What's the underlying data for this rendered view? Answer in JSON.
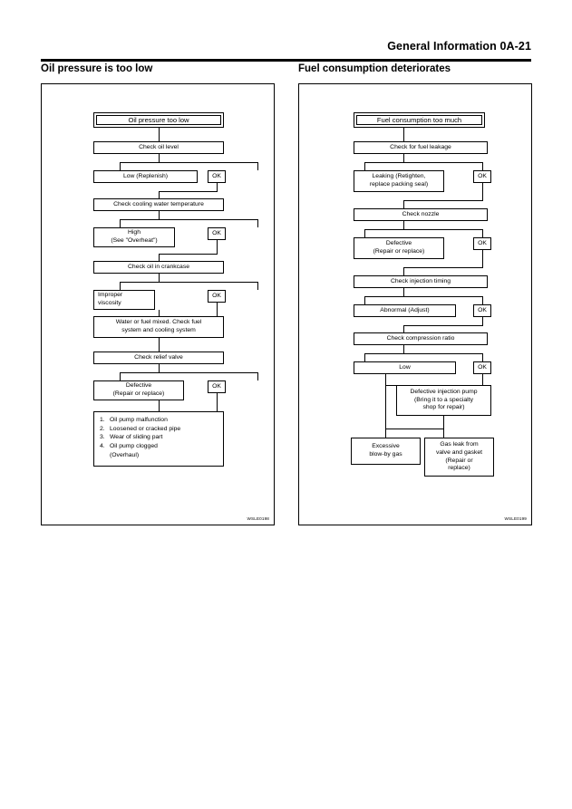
{
  "header": {
    "title": "General Information 0A-21"
  },
  "sections": [
    {
      "heading": "Oil pressure is too low",
      "figure_code": "WSLE0198",
      "nodes": {
        "terminal": "Oil pressure too low",
        "check_oil_level": "Check oil level",
        "low_replenish": "Low (Replenish)",
        "ok_1": "OK",
        "check_cooling_water": "Check cooling water temperature",
        "high_overheat": "High\n(See \"Overheat\")",
        "ok_2": "OK",
        "check_oil_crankcase": "Check oil in crankcase",
        "improper_viscosity": "Improper\nviscosity",
        "ok_3": "OK",
        "water_fuel_mixed": "Water or fuel mixed. Check fuel\nsystem and cooling system",
        "check_relief_valve": "Check relief valve",
        "defective_repair": "Defective\n(Repair or replace)",
        "ok_4": "OK",
        "causes": [
          "Oil pump malfunction",
          "Loosened or cracked pipe",
          "Wear of sliding part",
          "Oil pump clogged",
          "(Overhaul)"
        ]
      }
    },
    {
      "heading": "Fuel consumption deteriorates",
      "figure_code": "WSLE0199",
      "nodes": {
        "terminal": "Fuel consumption too much",
        "check_fuel_leakage": "Check for fuel leakage",
        "leaking": "Leaking (Retighten,\nreplace packing seal)",
        "ok_1": "OK",
        "check_nozzle": "Check nozzle",
        "defective_nozzle": "Defective\n(Repair or replace)",
        "ok_2": "OK",
        "check_injection_timing": "Check injection timing",
        "abnormal_adjust": "Abnormal (Adjust)",
        "ok_3": "OK",
        "check_compression_ratio": "Check compression ratio",
        "low": "Low",
        "ok_4": "OK",
        "defective_injection_pump": "Defective injection pump\n(Bring it to a specialty\nshop for repair)",
        "excessive_blowby": "Excessive\nblow-by gas",
        "gas_leak": "Gas leak from\nvalve and gasket\n(Repair or\nreplace)"
      }
    }
  ]
}
